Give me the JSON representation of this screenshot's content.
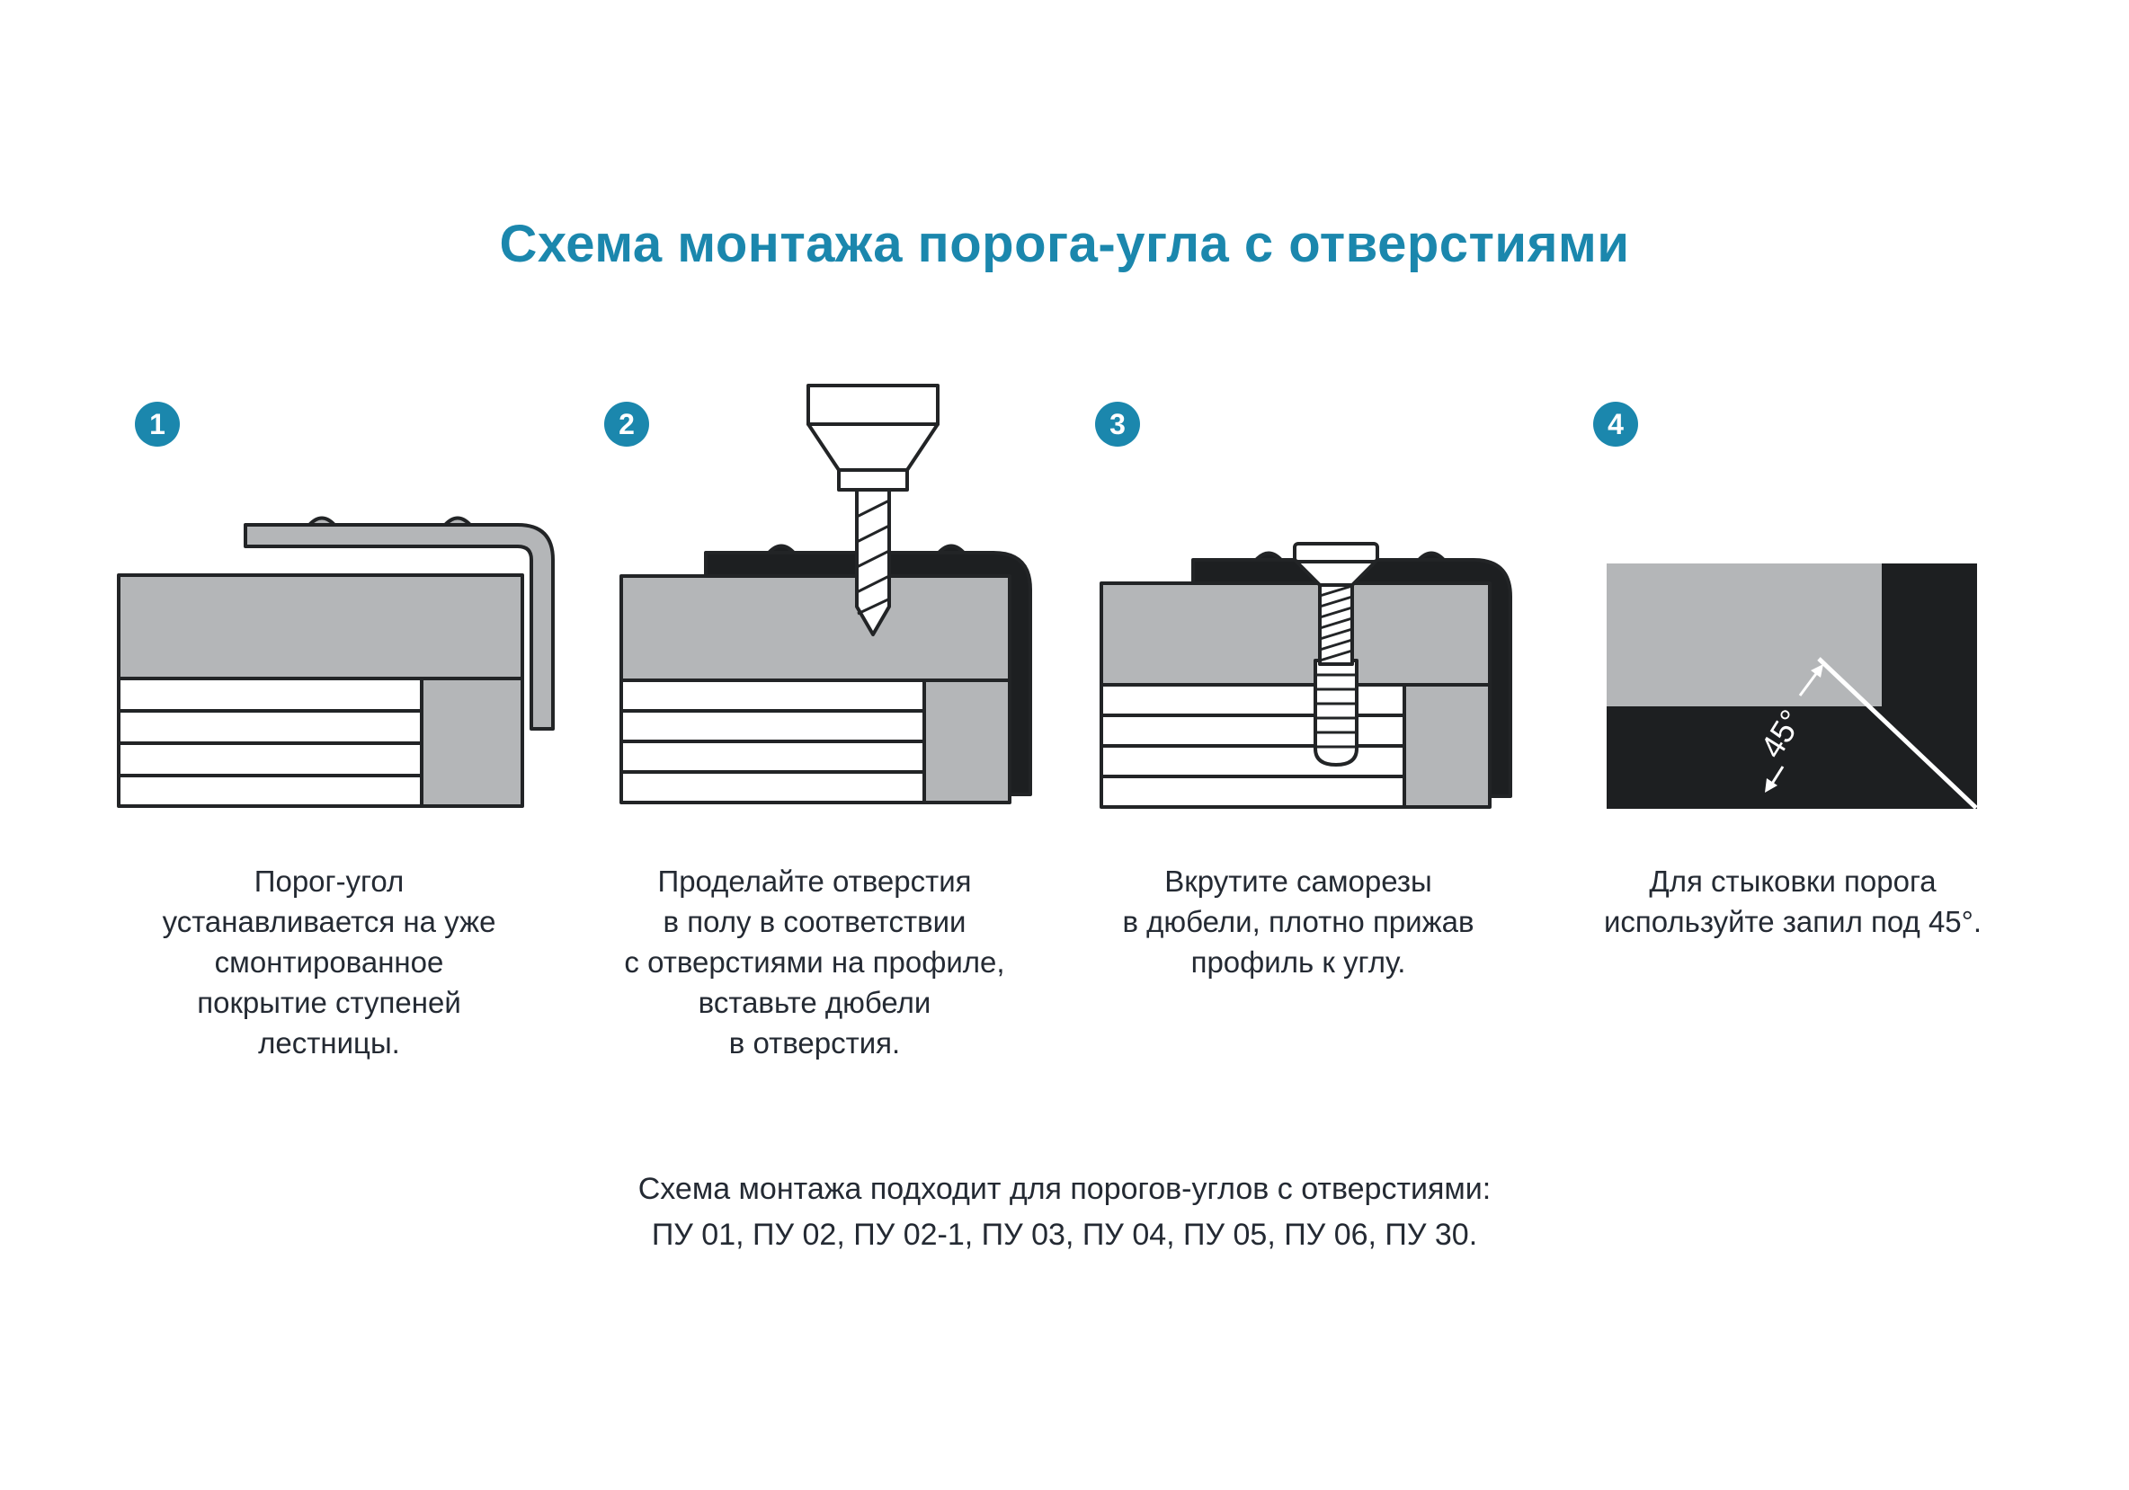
{
  "title": "Схема монтажа порога-угла с отверстиями",
  "colors": {
    "accent": "#1b87ad",
    "text": "#242a33",
    "illustration_gray": "#b4b6b8",
    "illustration_dark": "#1d1f21",
    "outline": "#222426"
  },
  "steps": [
    {
      "number": "1",
      "caption": "Порог-угол\nустанавливается на уже\nсмонтированное\nпокрытие ступеней\nлестницы.",
      "illustration": "corner-profile-placed-on-step-covering"
    },
    {
      "number": "2",
      "caption": "Проделайте отверстия\nв полу в соответствии\nс отверстиями на профиле,\nвставьте дюбели\nв отверстия.",
      "illustration": "drill-holes-through-profile-into-floor"
    },
    {
      "number": "3",
      "caption": "Вкрутите саморезы\nв дюбели, плотно прижав\nпрофиль к углу.",
      "illustration": "screw-self-tapper-into-dowel"
    },
    {
      "number": "4",
      "caption": "Для стыковки порога\nиспользуйте запил под 45°.",
      "illustration": "miter-cut-45-top-view",
      "angle_label": "45°"
    }
  ],
  "footer": {
    "line1": "Схема монтажа подходит для порогов-углов с отверстиями:",
    "line2": "ПУ 01, ПУ 02, ПУ 02-1, ПУ 03, ПУ 04, ПУ 05, ПУ 06, ПУ 30."
  }
}
